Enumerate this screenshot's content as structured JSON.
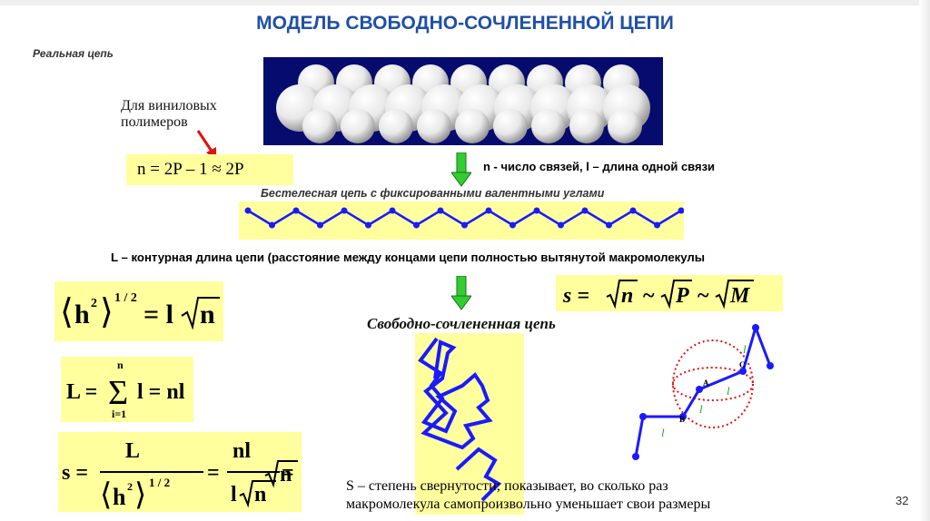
{
  "slide": {
    "title": "МОДЕЛЬ СВОБОДНО-СОЧЛЕНЕННОЙ ЦЕПИ",
    "real_chain_label": "Реальная цепь",
    "vinyl_label": "Для виниловых полимеров",
    "formula_n": "n = 2P – 1 ≈ 2P",
    "n_desc": "n - число связей, l – длина одной связи",
    "weightless_label": "Бестелесная цепь с фиксированными валентными углами",
    "contour_desc": "L – контурная длина цепи (расстояние между концами цепи полностью вытянутой макромолекулы",
    "freely_label": "Свободно-сочлененная цепь",
    "s_desc_line1": "S – степень свернутости; показывает, во сколько раз",
    "s_desc_line2": "макромолекула самопроизвольно уменьшает свои размеры",
    "page_number": "32"
  },
  "formulas": {
    "h_rms": {
      "h": "h",
      "exp2": "2",
      "exp_half": "1 / 2",
      "rhs": "= l",
      "rad": "n"
    },
    "L_sum": {
      "lhs": "L =",
      "upper": "n",
      "lower": "i=1",
      "rhs": "l = nl"
    },
    "s_ratio": {
      "lhs": "s =",
      "num1": "L",
      "h": "h",
      "exp2": "2",
      "exp_half": "1 / 2",
      "eq1": "=",
      "num2": "nl",
      "den2": "l",
      "rad_den": "n",
      "eq2": "=",
      "rad": "n"
    },
    "s_prop": {
      "lhs": "s =",
      "r1": "n",
      "t1": "~",
      "r2": "P",
      "t2": "~",
      "r3": "M"
    }
  },
  "diagram_labels": {
    "l": "l",
    "A": "A",
    "B": "B",
    "C": "C"
  },
  "colors": {
    "title": "#1f4fa8",
    "chain": "#1a1aff",
    "formula_bg": "#ffff9e",
    "arrow_green": "#33cc33",
    "red_dots": "#e01010"
  }
}
